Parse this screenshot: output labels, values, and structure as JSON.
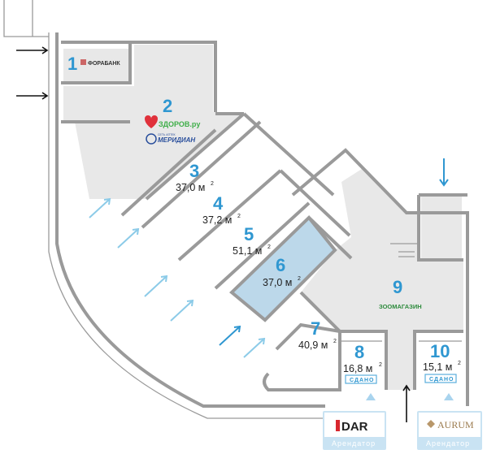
{
  "rooms": [
    {
      "number": "1",
      "tenant": "ФОРАБАНК"
    },
    {
      "number": "2",
      "tenant": "ЗДОРОВ.ру",
      "tenant2": "МЕРИДИАН",
      "tenant2_sub": "СЕТЬ АПТЕК"
    },
    {
      "number": "3",
      "area": "37,0 м",
      "sup": "2"
    },
    {
      "number": "4",
      "area": "37,2 м",
      "sup": "2"
    },
    {
      "number": "5",
      "area": "51,1 м",
      "sup": "2"
    },
    {
      "number": "6",
      "area": "37,0 м",
      "sup": "2"
    },
    {
      "number": "7",
      "area": "40,9 м",
      "sup": "2"
    },
    {
      "number": "8",
      "area": "16,8 м",
      "sup": "2",
      "status": "СДАНО"
    },
    {
      "number": "9",
      "tenant": "ЗООМАГАЗИН"
    },
    {
      "number": "10",
      "area": "15,1 м",
      "sup": "2",
      "status": "СДАНО"
    }
  ],
  "tenant_cards": [
    {
      "logo": "DAR",
      "label": "Арендатор"
    },
    {
      "logo": "AURUM",
      "label": "Арендатор"
    }
  ],
  "colors": {
    "accent": "#2f97d1",
    "highlight": "#bcd8ea",
    "occupied": "#e8e8e8",
    "card": "#c9e3f3"
  }
}
